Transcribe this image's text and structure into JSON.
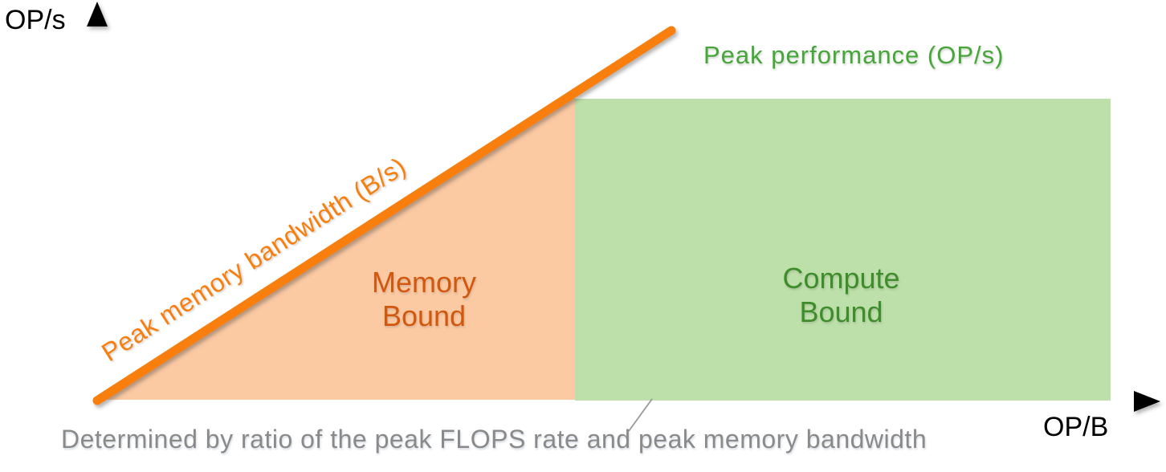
{
  "axes": {
    "y_axis_label": "OP/s",
    "x_axis_label": "OP/B"
  },
  "roofline": {
    "peak_performance_label": "Peak performance (OP/s)",
    "memory_bandwidth_label": "Peak memory bandwidth (B/s)"
  },
  "regions": {
    "memory_bound": {
      "line1": "Memory",
      "line2": "Bound"
    },
    "compute_bound": {
      "line1": "Compute",
      "line2": "Bound"
    }
  },
  "caption": "Determined by ratio of the peak FLOPS rate and peak memory bandwidth",
  "colors": {
    "axis": "#000000",
    "orange_line": "#F87E0D",
    "orange_fill": "#FBC9A2",
    "memory_bound_text": "#D2580E",
    "green_line": "#5BA133",
    "green_fill": "#BDDFA9",
    "compute_bound_text": "#3E8D2B",
    "peak_performance_text": "#44A737",
    "caption_text": "#8A8A8A",
    "pointer_line": "#999999"
  },
  "chart_data": {
    "type": "line",
    "title": "",
    "xlabel": "OP/B",
    "ylabel": "OP/s",
    "axis_ticks": "none (conceptual roofline diagram, no numeric scale)",
    "series": [
      {
        "name": "Peak memory bandwidth (B/s)",
        "style": "diagonal line from origin",
        "color": "#F87E0D",
        "points_norm": [
          [
            0.0,
            0.0
          ],
          [
            0.54,
            1.0
          ]
        ]
      },
      {
        "name": "Peak performance (OP/s)",
        "style": "horizontal line",
        "color": "#5BA133",
        "points_norm": [
          [
            0.0,
            0.82
          ],
          [
            0.96,
            0.82
          ]
        ]
      }
    ],
    "regions": [
      {
        "name": "Memory Bound",
        "shape": "triangle under bandwidth line left of ridge point",
        "x_norm": [
          0.0,
          0.45
        ],
        "fill": "#FBC9A2"
      },
      {
        "name": "Compute Bound",
        "shape": "rectangle under peak performance line right of ridge point",
        "x_norm": [
          0.45,
          0.96
        ],
        "fill": "#BDDFA9"
      }
    ],
    "ridge_point_x_norm": 0.45,
    "annotation": "Determined by ratio of the peak FLOPS rate and peak memory bandwidth",
    "legend_position": "labels drawn on lines/regions"
  }
}
